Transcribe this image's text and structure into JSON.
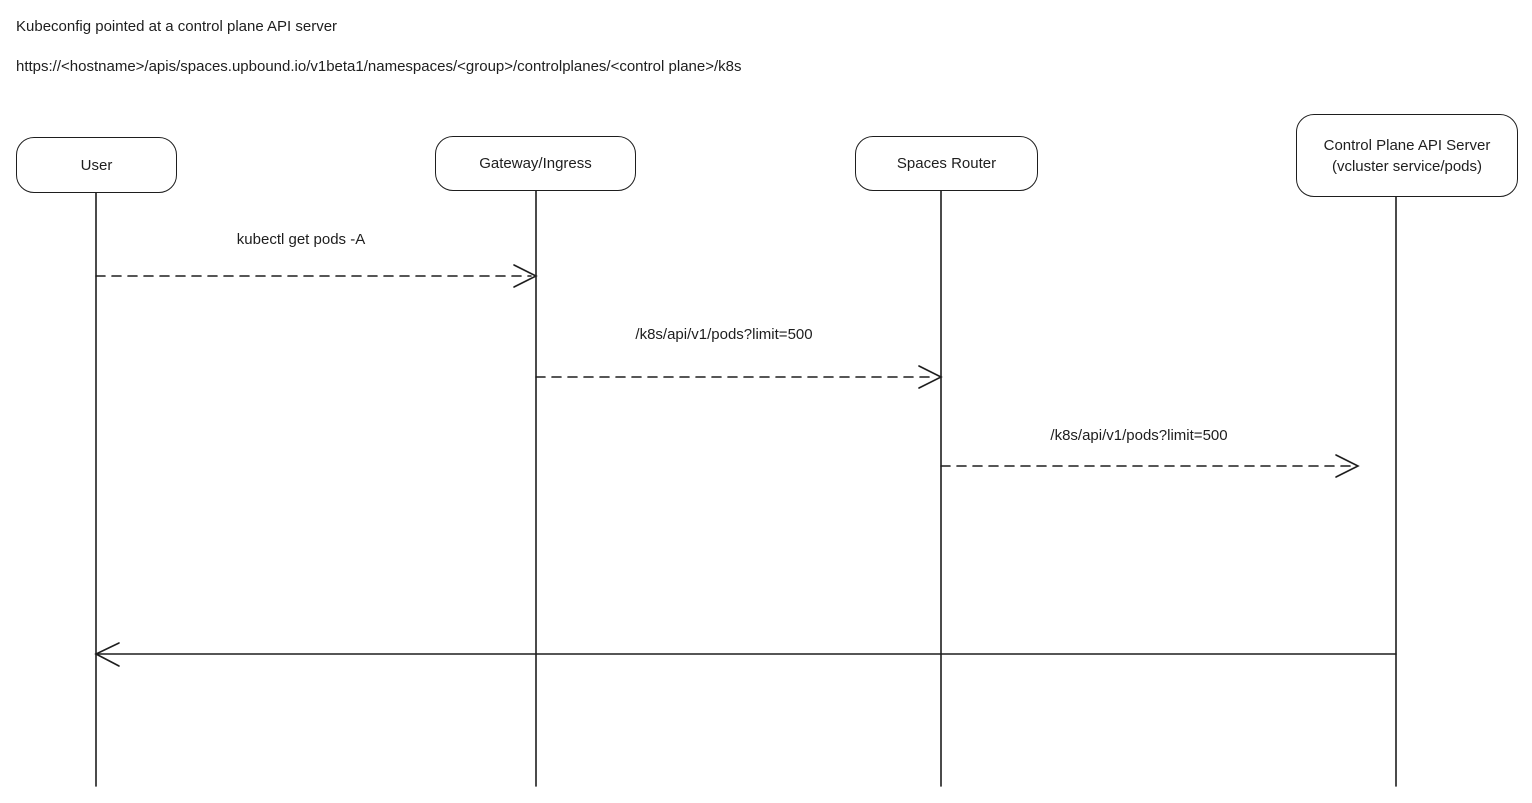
{
  "header": {
    "title": "Kubeconfig pointed at a control plane API server",
    "endpoint_url": "https://<hostname>/apis/spaces.upbound.io/v1beta1/namespaces/<group>/controlplanes/<control plane>/k8s"
  },
  "diagram": {
    "type": "sequence",
    "colors": {
      "stroke": "#1e1e1e",
      "background": "#ffffff"
    },
    "actors": [
      {
        "label": "User"
      },
      {
        "label": "Gateway/Ingress"
      },
      {
        "label": "Spaces Router"
      },
      {
        "label": "Control Plane API Server",
        "sublabel": "(vcluster service/pods)"
      }
    ],
    "messages": [
      {
        "from": "User",
        "to": "Gateway/Ingress",
        "label": "kubectl get pods -A",
        "line_style": "dashed",
        "direction": "right"
      },
      {
        "from": "Gateway/Ingress",
        "to": "Spaces Router",
        "label": "/k8s/api/v1/pods?limit=500",
        "line_style": "dashed",
        "direction": "right"
      },
      {
        "from": "Spaces Router",
        "to": "Control Plane API Server",
        "label": "/k8s/api/v1/pods?limit=500",
        "line_style": "dashed",
        "direction": "right"
      },
      {
        "from": "Control Plane API Server",
        "to": "User",
        "label": "",
        "line_style": "solid",
        "direction": "left"
      }
    ]
  }
}
